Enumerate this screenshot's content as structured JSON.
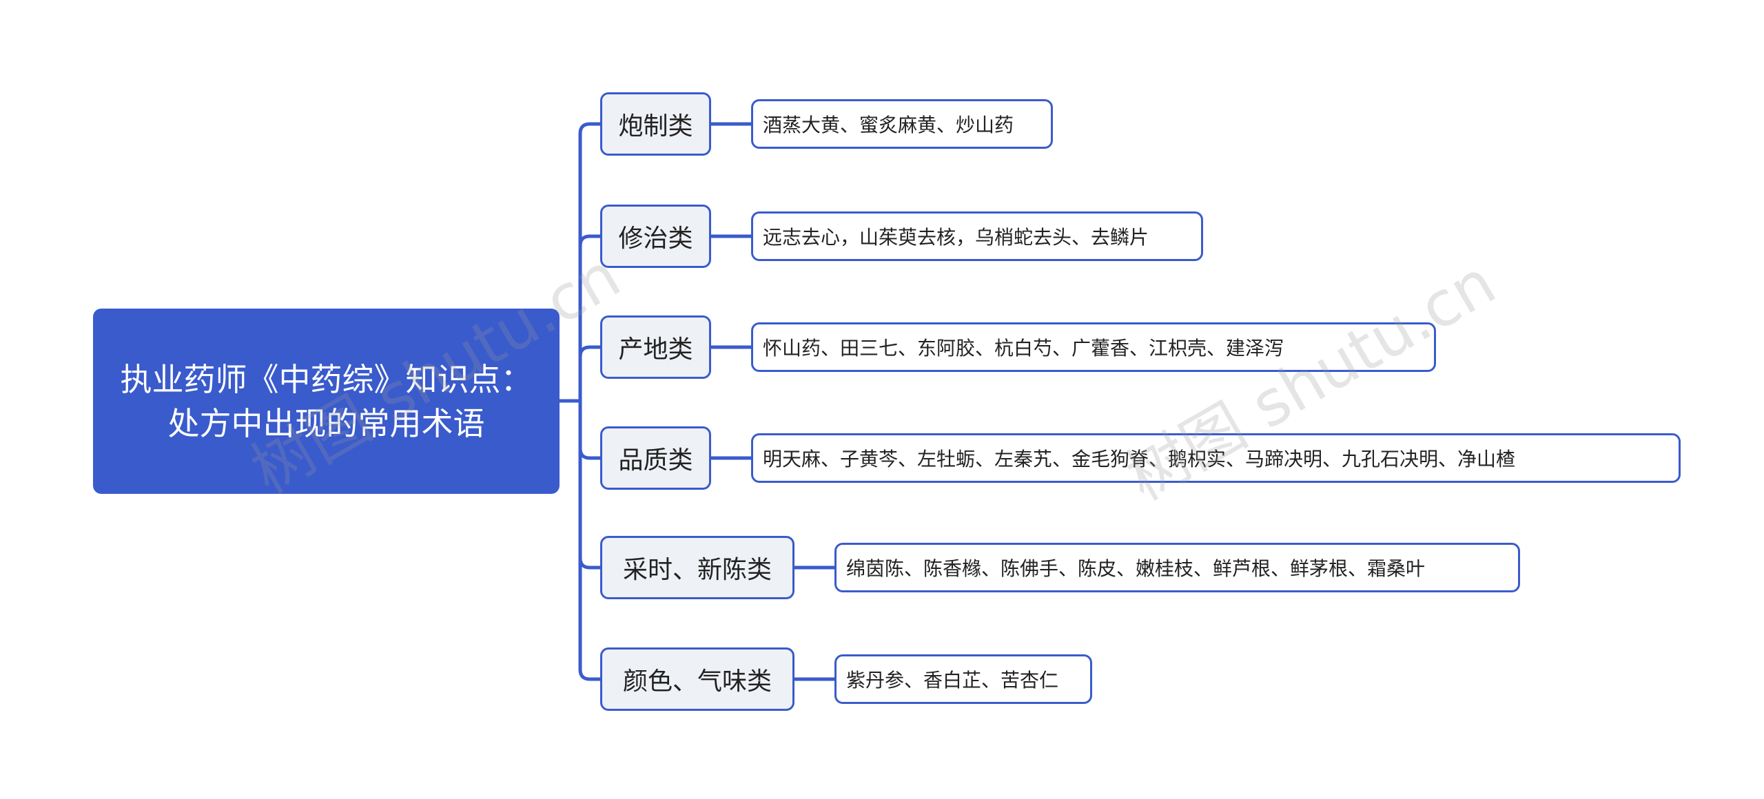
{
  "root": {
    "title": "执业药师《中药综》知识点：处方中出现的常用术语"
  },
  "branches": [
    {
      "label": "炮制类",
      "leaf": "酒蒸大黄、蜜炙麻黄、炒山药"
    },
    {
      "label": "修治类",
      "leaf": "远志去心，山茱萸去核，乌梢蛇去头、去鳞片"
    },
    {
      "label": "产地类",
      "leaf": "怀山药、田三七、东阿胶、杭白芍、广藿香、江枳壳、建泽泻"
    },
    {
      "label": "品质类",
      "leaf": "明天麻、子黄芩、左牡蛎、左秦艽、金毛狗脊、鹅枳实、马蹄决明、九孔石决明、净山楂"
    },
    {
      "label": "采时、新陈类",
      "leaf": "绵茵陈、陈香橼、陈佛手、陈皮、嫩桂枝、鲜芦根、鲜茅根、霜桑叶"
    },
    {
      "label": "颜色、气味类",
      "leaf": "紫丹参、香白芷、苦杏仁"
    }
  ],
  "watermark": "树图 shutu.cn",
  "colors": {
    "accent": "#3a5bcc",
    "branch_bg": "#eef1f6"
  }
}
